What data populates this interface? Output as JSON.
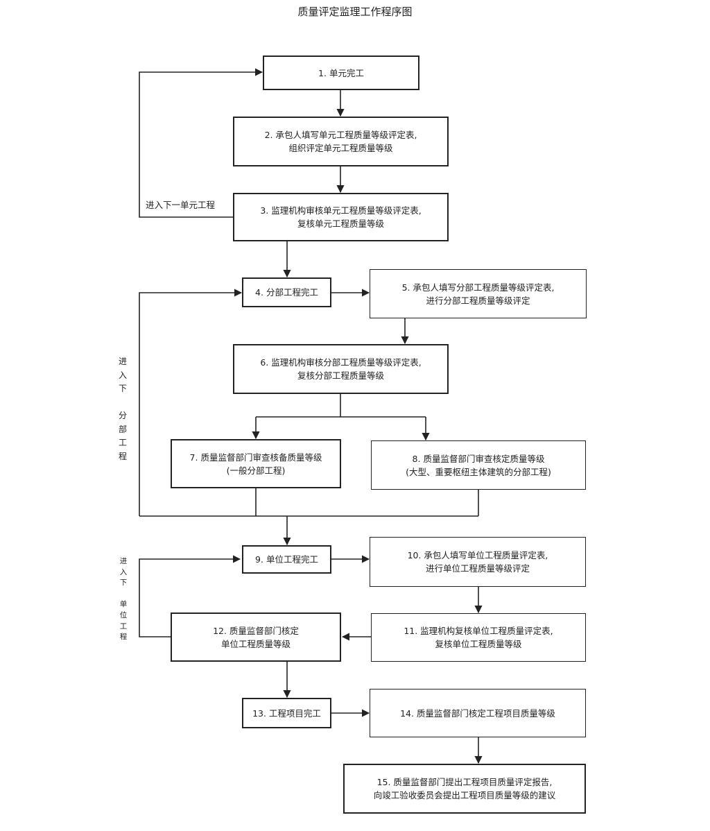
{
  "title": "质量评定监理工作程序图",
  "boxes": {
    "b1": [
      "1. 单元完工"
    ],
    "b2": [
      "2. 承包人填写单元工程质量等级评定表,",
      "组织评定单元工程质量等级"
    ],
    "b3": [
      "3. 监理机构审核单元工程质量等级评定表,",
      "复核单元工程质量等级"
    ],
    "b4": [
      "4. 分部工程完工"
    ],
    "b5": [
      "5. 承包人填写分部工程质量等级评定表,",
      "进行分部工程质量等级评定"
    ],
    "b6": [
      "6. 监理机构审核分部工程质量等级评定表,",
      "复核分部工程质量等级"
    ],
    "b7": [
      "7. 质量监督部门审查核备质量等级",
      "(一般分部工程)"
    ],
    "b8": [
      "8. 质量监督部门审查核定质量等级",
      "(大型、重要枢纽主体建筑的分部工程)"
    ],
    "b9": [
      "9. 单位工程完工"
    ],
    "b10": [
      "10. 承包人填写单位工程质量评定表,",
      "进行单位工程质量等级评定"
    ],
    "b11": [
      "11. 监理机构复核单位工程质量评定表,",
      "复核单位工程质量等级"
    ],
    "b12": [
      "12. 质量监督部门核定",
      "单位工程质量等级"
    ],
    "b13": [
      "13. 工程项目完工"
    ],
    "b14": [
      "14. 质量监督部门核定工程项目质量等级"
    ],
    "b15": [
      "15. 质量监督部门提出工程项目质量评定报告,",
      "向竣工验收委员会提出工程项目质量等级的建议"
    ]
  },
  "loops": {
    "unit_loop": "进入下一单元工程",
    "division_loop": [
      "进",
      "入",
      "下",
      "",
      "分",
      "部",
      "工",
      "程"
    ],
    "unit_project_loop": [
      "进",
      "入",
      "下",
      "",
      "单",
      "位",
      "工",
      "程"
    ]
  }
}
